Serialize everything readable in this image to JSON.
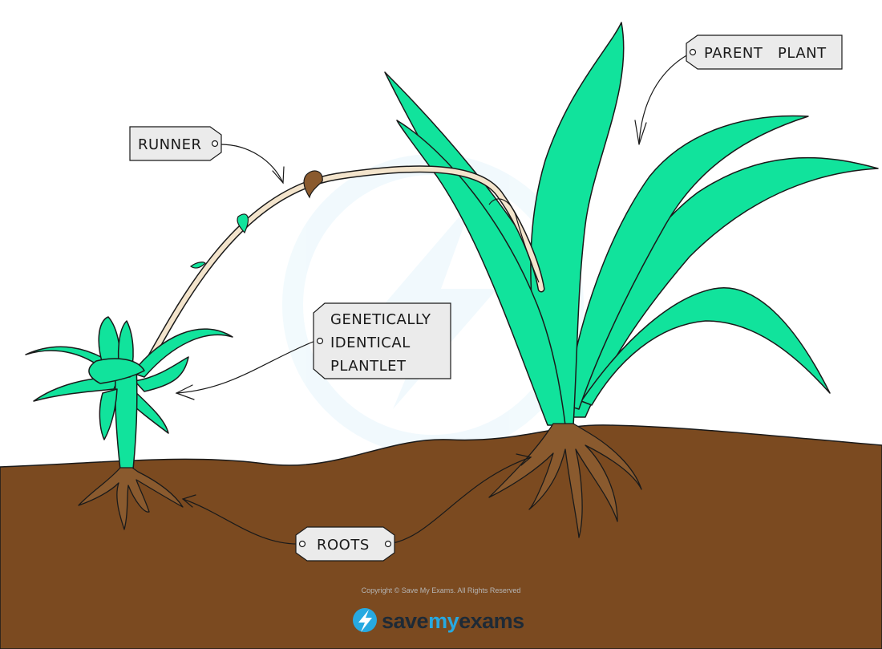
{
  "labels": {
    "parent_plant": "PARENT   PLANT",
    "runner": "RUNNER",
    "plantlet_line1": "GENETICALLY",
    "plantlet_line2": "IDENTICAL",
    "plantlet_line3": "PLANTLET",
    "roots": "ROOTS"
  },
  "footer": {
    "copyright": "Copyright © Save My Exams. All Rights Reserved",
    "brand_save": "save",
    "brand_my": "my",
    "brand_exams": "exams"
  },
  "colors": {
    "leaf": "#11e39c",
    "soil": "#7b4a20",
    "root": "#8a5a2e",
    "runner": "#f3e4cc",
    "tag_fill": "#ebebeb",
    "brand_dark": "#1e2a36",
    "brand_accent": "#27a9e1"
  }
}
